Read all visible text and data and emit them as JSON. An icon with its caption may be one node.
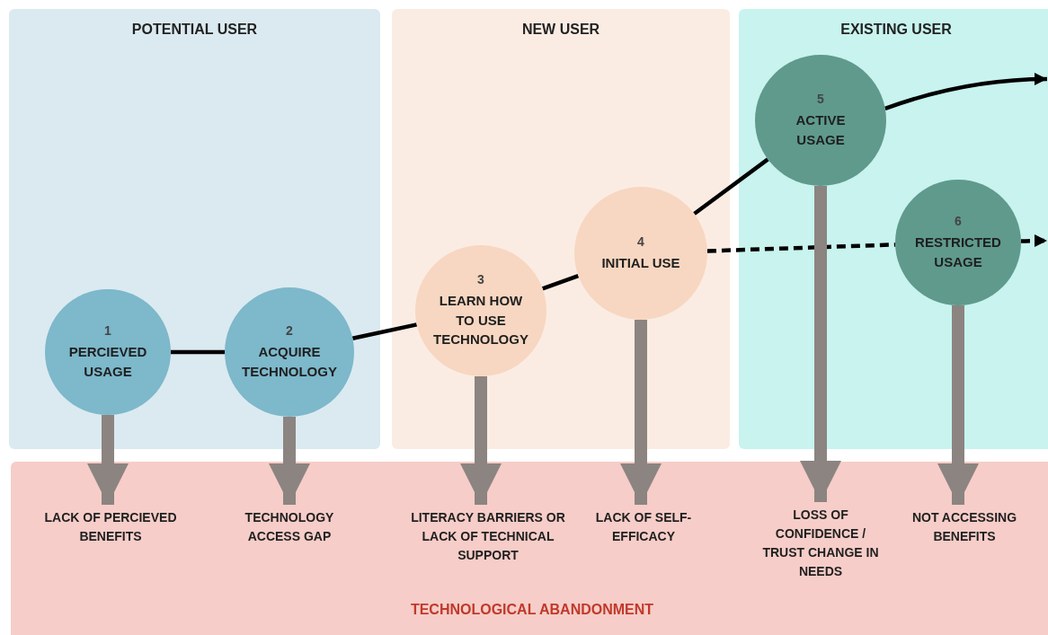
{
  "diagram": {
    "nodes": [
      {
        "text": [
          "POTENTIAL USER"
        ]
      },
      {
        "text": [
          "NEW USER"
        ]
      },
      {
        "text": [
          "EXISTING USER"
        ]
      },
      {
        "text": [
          "TECHNOLOGICAL ABANDONMENT"
        ]
      },
      {
        "text": [
          "1",
          "PERCIEVED USAGE"
        ],
        "in": 0
      },
      {
        "text": [
          "2",
          "ACQUIRE TECHNOLOGY"
        ],
        "in": 0
      },
      {
        "text": [
          "3",
          "LEARN HOW TO USE TECHNOLOGY"
        ],
        "in": 1
      },
      {
        "text": [
          "4",
          "INITIAL USE"
        ],
        "in": 1
      },
      {
        "text": [
          "5",
          "ACTIVE USAGE"
        ],
        "in": 2
      },
      {
        "text": [
          "6",
          "RESTRICTED USAGE"
        ],
        "in": 2
      },
      {
        "text": [
          "LACK OF PERCIEVED BENEFITS"
        ],
        "in": 3
      },
      {
        "text": [
          "TECHNOLOGY ACCESS GAP"
        ],
        "in": 3
      },
      {
        "text": [
          "LITERACY BARRIERS OR LACK OF TECHNICAL SUPPORT"
        ],
        "in": 3
      },
      {
        "text": [
          "LACK OF SELF-EFFICACY"
        ],
        "in": 3
      },
      {
        "text": [
          "LOSS OF CONFIDENCE / TRUST CHANGE IN NEEDS"
        ],
        "in": 3
      },
      {
        "text": [
          "NOT ACCESSING BENEFITS"
        ],
        "in": 3
      }
    ],
    "edges": [
      {
        "from": 4,
        "to": 5,
        "arrow": "none"
      },
      {
        "from": 5,
        "to": 6,
        "arrow": "none"
      },
      {
        "from": 6,
        "to": 7,
        "arrow": "none"
      },
      {
        "from": 7,
        "to": 8,
        "arrow": "none"
      },
      {
        "from": 8,
        "to": null,
        "arrow": "to"
      },
      {
        "from": 7,
        "to": 9,
        "arrow": "none",
        "style": "dashed"
      },
      {
        "from": 9,
        "to": null,
        "arrow": "to",
        "style": "dashed"
      },
      {
        "from": 4,
        "to": 10,
        "arrow": "to",
        "style": "thick",
        "color": "#8c8480"
      },
      {
        "from": 5,
        "to": 11,
        "arrow": "to",
        "style": "thick",
        "color": "#8c8480"
      },
      {
        "from": 6,
        "to": 12,
        "arrow": "to",
        "style": "thick",
        "color": "#8c8480"
      },
      {
        "from": 7,
        "to": 13,
        "arrow": "to",
        "style": "thick",
        "color": "#8c8480"
      },
      {
        "from": 8,
        "to": 14,
        "arrow": "to",
        "style": "thick",
        "color": "#8c8480"
      },
      {
        "from": 9,
        "to": 15,
        "arrow": "to",
        "style": "thick",
        "color": "#8c8480"
      }
    ]
  }
}
